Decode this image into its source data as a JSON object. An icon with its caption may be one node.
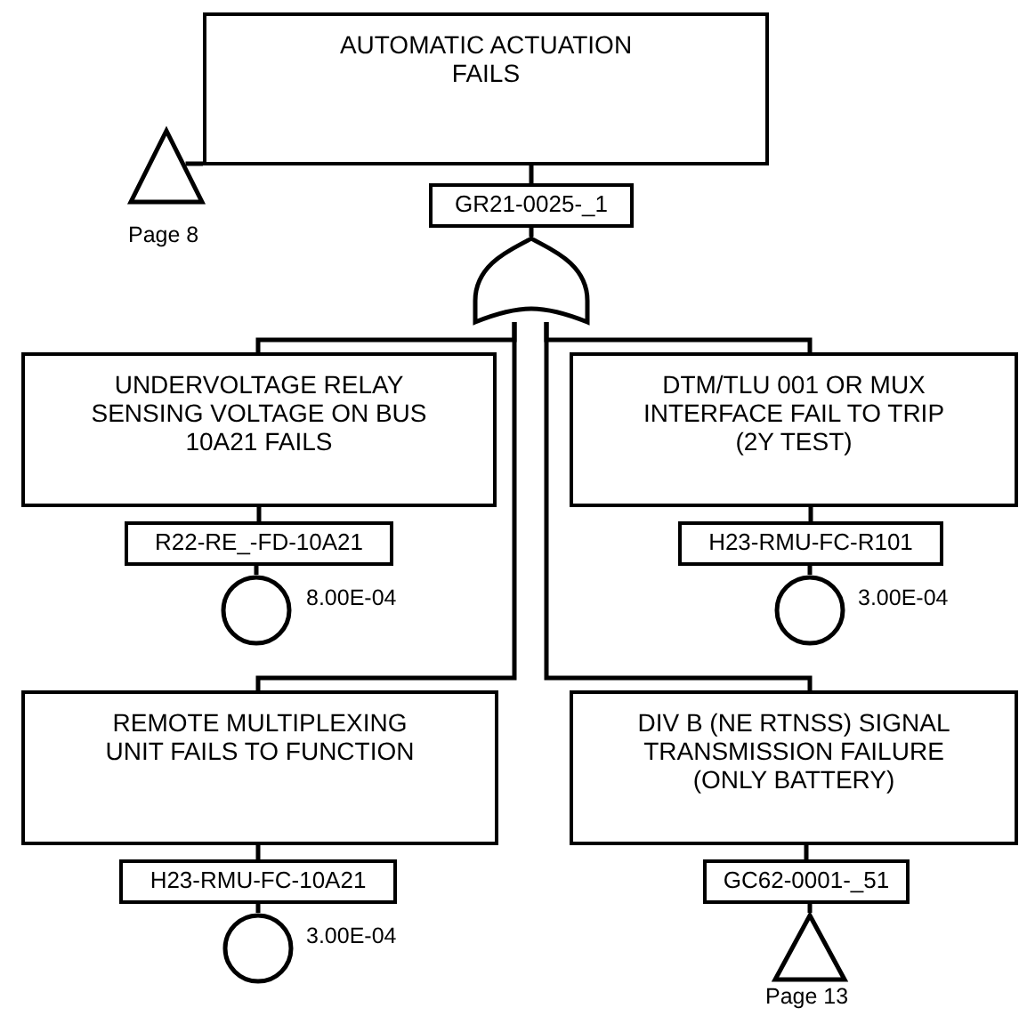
{
  "diagram": {
    "nodes": [
      {
        "text": [
          "AUTOMATIC ACTUATION FAILS"
        ]
      },
      {
        "text": [
          "GR21-0025-_1"
        ]
      },
      {
        "text": [],
        "shape": "triangle",
        "beside": [
          "Page 8"
        ]
      },
      {
        "text": [],
        "shape": "gate"
      },
      {
        "text": [
          "UNDERVOLTAGE RELAY SENSING VOLTAGE ON BUS 10A21 FAILS"
        ]
      },
      {
        "text": [
          "R22-RE_-FD-10A21"
        ]
      },
      {
        "text": [],
        "shape": "circle",
        "beside": [
          "8.00E-04"
        ]
      },
      {
        "text": [
          "DTM/TLU 001 OR MUX INTERFACE FAIL TO TRIP (2Y TEST)"
        ]
      },
      {
        "text": [
          "H23-RMU-FC-R101"
        ]
      },
      {
        "text": [],
        "shape": "circle",
        "beside": [
          "3.00E-04"
        ]
      },
      {
        "text": [
          "REMOTE MULTIPLEXING UNIT  FAILS TO FUNCTION"
        ]
      },
      {
        "text": [
          "H23-RMU-FC-10A21"
        ]
      },
      {
        "text": [],
        "shape": "circle",
        "beside": [
          "3.00E-04"
        ]
      },
      {
        "text": [
          "DIV B (NE RTNSS) SIGNAL TRANSMISSION FAILURE (ONLY BATTERY)"
        ]
      },
      {
        "text": [
          "GC62-0001-_51"
        ]
      },
      {
        "text": [],
        "shape": "triangle",
        "beside": [
          "Page 13"
        ]
      }
    ],
    "edges": [
      {
        "from": 0,
        "to": 1,
        "arrow": "none"
      },
      {
        "from": 0,
        "to": 2,
        "arrow": "none"
      },
      {
        "from": 1,
        "to": 3,
        "arrow": "none"
      },
      {
        "from": 3,
        "to": 4,
        "arrow": "none"
      },
      {
        "from": 3,
        "to": 7,
        "arrow": "none"
      },
      {
        "from": 3,
        "to": 10,
        "arrow": "none"
      },
      {
        "from": 3,
        "to": 13,
        "arrow": "none"
      },
      {
        "from": 4,
        "to": 5,
        "arrow": "none"
      },
      {
        "from": 5,
        "to": 6,
        "arrow": "none"
      },
      {
        "from": 7,
        "to": 8,
        "arrow": "none"
      },
      {
        "from": 8,
        "to": 9,
        "arrow": "none"
      },
      {
        "from": 10,
        "to": 11,
        "arrow": "none"
      },
      {
        "from": 11,
        "to": 12,
        "arrow": "none"
      },
      {
        "from": 13,
        "to": 14,
        "arrow": "none"
      },
      {
        "from": 14,
        "to": 15,
        "arrow": "none"
      }
    ]
  }
}
